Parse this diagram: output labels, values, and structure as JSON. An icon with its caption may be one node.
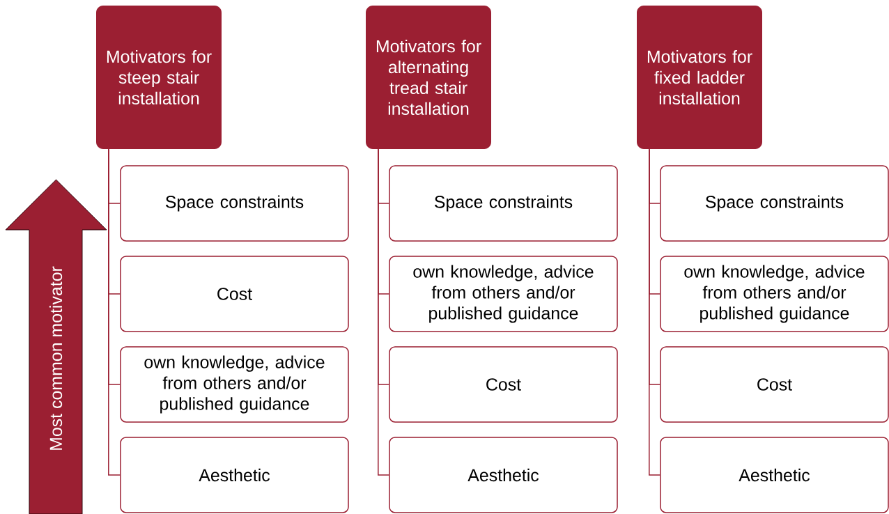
{
  "diagram": {
    "nodes": [
      {
        "text": [
          "Motivators for steep stair installation"
        ]
      },
      {
        "text": [
          "Space constraints"
        ]
      },
      {
        "text": [
          "Cost"
        ]
      },
      {
        "text": [
          "own knowledge, advice from others and/or published guidance"
        ]
      },
      {
        "text": [
          "Aesthetic"
        ]
      },
      {
        "text": [
          "Motivators for alternating tread stair installation"
        ]
      },
      {
        "text": [
          "Space constraints"
        ]
      },
      {
        "text": [
          "own knowledge, advice from others and/or published guidance"
        ]
      },
      {
        "text": [
          "Cost"
        ]
      },
      {
        "text": [
          "Aesthetic"
        ]
      },
      {
        "text": [
          "Motivators for fixed ladder installation"
        ]
      },
      {
        "text": [
          "Space constraints"
        ]
      },
      {
        "text": [
          "own knowledge, advice from others and/or published guidance"
        ]
      },
      {
        "text": [
          "Cost"
        ]
      },
      {
        "text": [
          "Aesthetic"
        ]
      }
    ],
    "edges": [
      {
        "from": 0,
        "to": 1,
        "arrow": "none"
      },
      {
        "from": 0,
        "to": 2,
        "arrow": "none"
      },
      {
        "from": 0,
        "to": 3,
        "arrow": "none"
      },
      {
        "from": 0,
        "to": 4,
        "arrow": "none"
      },
      {
        "from": 5,
        "to": 6,
        "arrow": "none"
      },
      {
        "from": 5,
        "to": 7,
        "arrow": "none"
      },
      {
        "from": 5,
        "to": 8,
        "arrow": "none"
      },
      {
        "from": 5,
        "to": 9,
        "arrow": "none"
      },
      {
        "from": 10,
        "to": 11,
        "arrow": "none"
      },
      {
        "from": 10,
        "to": 12,
        "arrow": "none"
      },
      {
        "from": 10,
        "to": 13,
        "arrow": "none"
      },
      {
        "from": 10,
        "to": 14,
        "arrow": "none"
      }
    ],
    "labels": [
      "Most common motivator"
    ]
  }
}
